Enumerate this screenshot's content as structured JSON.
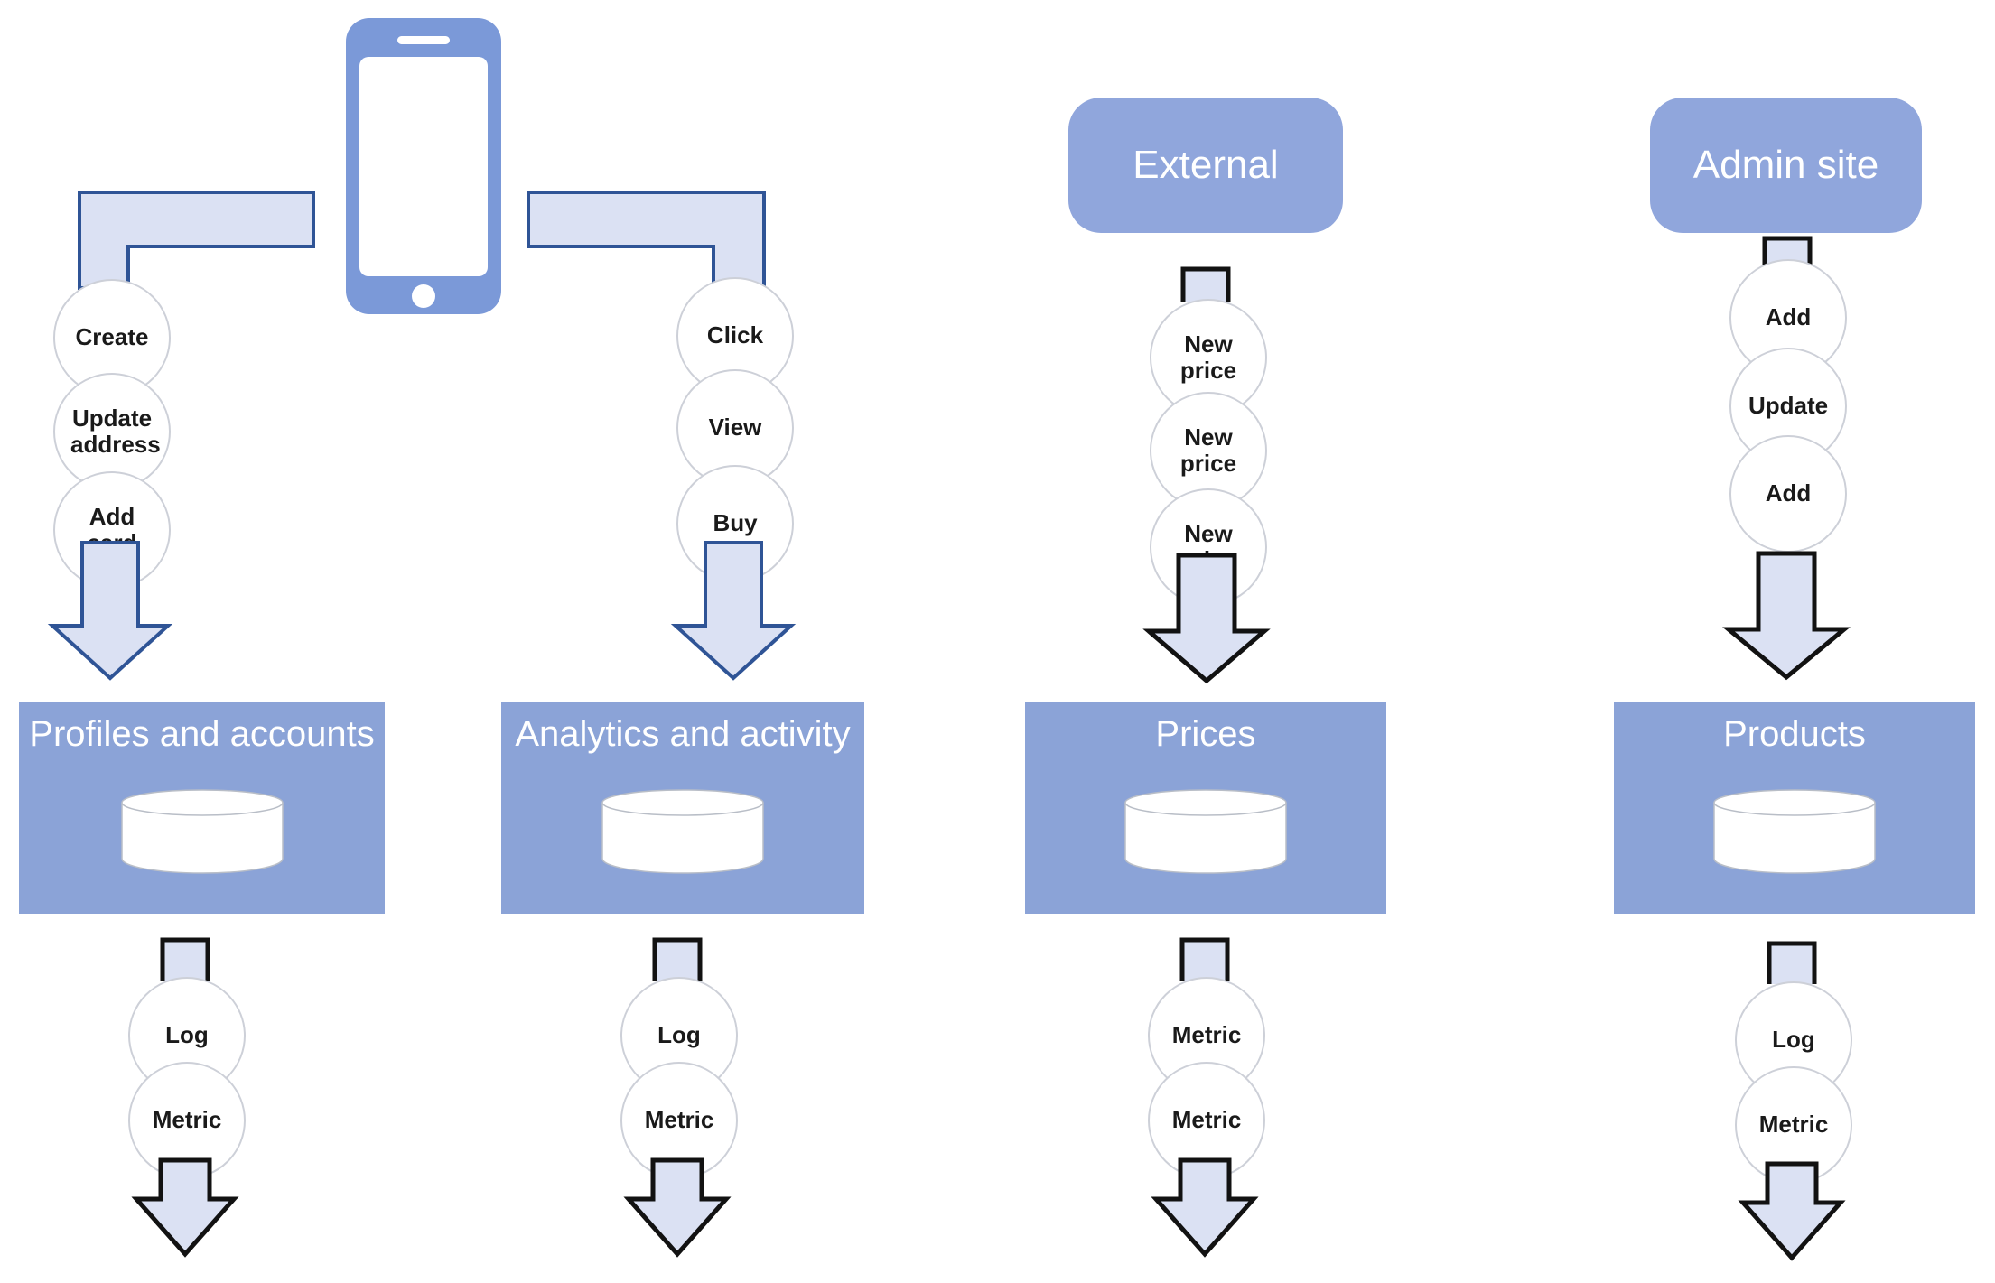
{
  "colors": {
    "background": "#ffffff",
    "store_box": "#8ba3d7",
    "source_box": "#90a6dc",
    "phone": "#7b99d8",
    "arrow_fill": "#dbe1f3",
    "arrow_stroke_blue": "#2f5496",
    "arrow_stroke_black": "#121212",
    "box_text": "#ffffff",
    "circle_text": "#1a1a1a"
  },
  "icons": {
    "phone": "mobile-phone-icon",
    "database": "database-cylinder-icon"
  },
  "columns": [
    {
      "source_type": "phone",
      "events": [
        "Create",
        "Update address",
        "Add card"
      ],
      "store": "Profiles and accounts",
      "outputs": [
        "Log",
        "Metric"
      ]
    },
    {
      "source_type": "phone",
      "events": [
        "Click",
        "View",
        "Buy"
      ],
      "store": "Analytics and activity",
      "outputs": [
        "Log",
        "Metric"
      ]
    },
    {
      "source_type": "box",
      "source_label": "External",
      "events": [
        "New price",
        "New price",
        "New price"
      ],
      "store": "Prices",
      "outputs": [
        "Metric",
        "Metric"
      ]
    },
    {
      "source_type": "box",
      "source_label": "Admin site",
      "events": [
        "Add",
        "Update",
        "Add"
      ],
      "store": "Products",
      "outputs": [
        "Log",
        "Metric"
      ]
    }
  ]
}
